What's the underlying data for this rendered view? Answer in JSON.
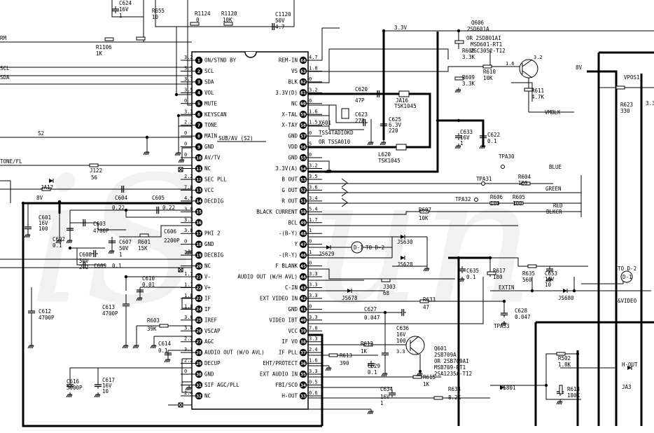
{
  "watermark": "iSoun",
  "ic": {
    "left_pins": [
      {
        "n": "1",
        "label": "ON/STND BY",
        "v": "3.2"
      },
      {
        "n": "2",
        "label": "SCL",
        "v": "3.5"
      },
      {
        "n": "3",
        "label": "SDA",
        "v": "3.7"
      },
      {
        "n": "4",
        "label": "VOL",
        "v": "3.5"
      },
      {
        "n": "5",
        "label": "MUTE",
        "v": "0"
      },
      {
        "n": "6",
        "label": "KEYSCAN",
        "v": "3.3"
      },
      {
        "n": "7",
        "label": "TONE",
        "v": "2.2"
      },
      {
        "n": "8",
        "label": "MAIN",
        "v": "0"
      },
      {
        "n": "9",
        "label": "GND",
        "v": "0"
      },
      {
        "n": "10",
        "label": "AV/TV",
        "v": "0"
      },
      {
        "n": "11",
        "label": "NC",
        "v": ""
      },
      {
        "n": "12",
        "label": "SEC PLL",
        "v": "2.2"
      },
      {
        "n": "13",
        "label": "VCC",
        "v": "7.8"
      },
      {
        "n": "14",
        "label": "DECDIG",
        "v": "4.9"
      },
      {
        "n": "15",
        "label": "",
        "v": "3.9"
      },
      {
        "n": "16",
        "label": "",
        "v": "3.3"
      },
      {
        "n": "17",
        "label": "PHI 2",
        "v": "3.8"
      },
      {
        "n": "18",
        "label": "GND",
        "v": "0"
      },
      {
        "n": "19",
        "label": "DECBIG",
        "v": "3.3"
      },
      {
        "n": "20",
        "label": "NC",
        "v": ""
      },
      {
        "n": "21",
        "label": "V-",
        "v": "1.7"
      },
      {
        "n": "22",
        "label": "V+",
        "v": "1.7"
      },
      {
        "n": "23",
        "label": "IF",
        "v": "1.8"
      },
      {
        "n": "24",
        "label": "IF",
        "v": "1.8"
      },
      {
        "n": "25",
        "label": "IREF",
        "v": "3.8"
      },
      {
        "n": "26",
        "label": "VSCAP",
        "v": "3.8"
      },
      {
        "n": "27",
        "label": "AGC",
        "v": "2.2"
      },
      {
        "n": "28",
        "label": "AUDIO OUT (W/O AVL)",
        "v": "3.1"
      },
      {
        "n": "29",
        "label": "DECUP",
        "v": "2.2"
      },
      {
        "n": "30",
        "label": "GND",
        "v": "0"
      },
      {
        "n": "31",
        "label": "SIF AGC/PLL",
        "v": ""
      },
      {
        "n": "32",
        "label": "NC",
        "v": "2.4"
      }
    ],
    "right_pins": [
      {
        "n": "64",
        "label": "REM-IN",
        "v": "4.7"
      },
      {
        "n": "63",
        "label": "VS",
        "v": "1.8"
      },
      {
        "n": "62",
        "label": "BLK",
        "v": "0"
      },
      {
        "n": "61",
        "label": "3.3V(D)",
        "v": "3.2"
      },
      {
        "n": "60",
        "label": "NC",
        "v": "0"
      },
      {
        "n": "59",
        "label": "X-TAL",
        "v": "1.6"
      },
      {
        "n": "58",
        "label": "X-TAY",
        "v": "1.5"
      },
      {
        "n": "57",
        "label": "GND",
        "v": "0"
      },
      {
        "n": "56",
        "label": "VDD",
        "v": "5"
      },
      {
        "n": "55",
        "label": "GND",
        "v": "0"
      },
      {
        "n": "54",
        "label": "3.3V(A)",
        "v": "3.2"
      },
      {
        "n": "53",
        "label": "B OUT",
        "v": "3.5"
      },
      {
        "n": "52",
        "label": "G OUT",
        "v": "3.6"
      },
      {
        "n": "51",
        "label": "R OUT",
        "v": "3.4"
      },
      {
        "n": "50",
        "label": "BLACK CURRENT",
        "v": "5.4"
      },
      {
        "n": "49",
        "label": "BCL",
        "v": "1.7"
      },
      {
        "n": "48",
        "label": "-(B-Y)",
        "v": "1"
      },
      {
        "n": "47",
        "label": "Y",
        "v": "0"
      },
      {
        "n": "46",
        "label": "-(R-Y)",
        "v": "1"
      },
      {
        "n": "45",
        "label": "F BLANK",
        "v": "0"
      },
      {
        "n": "44",
        "label": "AUDIO OUT (W/H AVL)",
        "v": "3.3"
      },
      {
        "n": "43",
        "label": "C-IN",
        "v": "3.3"
      },
      {
        "n": "42",
        "label": "EXT VIDEO IN",
        "v": "3.3"
      },
      {
        "n": "41",
        "label": "GND",
        "v": "0"
      },
      {
        "n": "40",
        "label": "VIDEO IBT",
        "v": "3.3"
      },
      {
        "n": "39",
        "label": "VCC",
        "v": "7.8"
      },
      {
        "n": "38",
        "label": "IF VO",
        "v": "3.3"
      },
      {
        "n": "37",
        "label": "IF PLL",
        "v": "2.4"
      },
      {
        "n": "36",
        "label": "EHT/PROTECT",
        "v": "1.6"
      },
      {
        "n": "35",
        "label": "EXT AUDIO IN",
        "v": "3.3"
      },
      {
        "n": "34",
        "label": "FBI/SCO",
        "v": "0.5"
      },
      {
        "n": "33",
        "label": "H-OUT",
        "v": "0.6"
      }
    ]
  },
  "labels": {
    "main_sub": "SUB/AV (S2)",
    "top": {
      "c624_n": "C624",
      "c624_v": "16V",
      "c624_c": "1",
      "r655": "R655",
      "r655_v": "10",
      "r1124": "R1124",
      "r1124_v": "0",
      "r1120": "R1120",
      "r1120_v": "10K",
      "c1120": "C1120",
      "c1120_v": "50V",
      "c1120_c": "4.7",
      "rm": "RM",
      "r1106": "R1106",
      "r1106_v": "1K",
      "scl": "SCL",
      "sda": "SDA",
      "s2": "S2",
      "tone_fl": "TONE/FL",
      "j122": "J122",
      "j122_v": "56",
      "ja17": "JA17",
      "v8": "8V"
    },
    "left": {
      "c604": "C604",
      "c604_v": "0.22",
      "c605": "C605",
      "c605_v": "0.22",
      "c601": "C601",
      "c601_v": "16V",
      "c601_c": "100",
      "c602": "C602",
      "c602_v": "0.1",
      "c603": "C603",
      "c603_v": "4700P",
      "c606": "C606",
      "c606_v": "2200P",
      "c607": "C607",
      "c607_v": "50V",
      "c607_c": "1",
      "r601": "R601",
      "r601_v": "15K",
      "c608": "C608",
      "c608_v": "50V",
      "c608_c": "2.2",
      "c609": "C609",
      "c609_v": "0.1",
      "c610": "C610",
      "c610_v": "0.01",
      "c612": "C612",
      "c612_v": "4700P",
      "c613": "C613",
      "c613_v": "4700P",
      "r603": "R603",
      "r603_v": "39K",
      "c614": "C614",
      "c614_v": "0.1",
      "c616": "C616",
      "c616_v": "3900P",
      "c617": "C617",
      "c617_v": "16V",
      "c617_c": "10"
    },
    "right": {
      "v33": "3.3V",
      "q606": "Q606",
      "q606_t": "2SD601A",
      "q606_alt1": "OR 2SD801AI",
      "q606_alt2": "MSD601-RT1",
      "q606_alt3": "2SC3052-T12",
      "r608": "R608",
      "r608_v": "3.3K",
      "r609": "R609",
      "r609_v": "3.3K",
      "r610": "R610",
      "r610_v": "10K",
      "r611": "R611",
      "r611_v": "4.7K",
      "q_v16": "1.6",
      "q_v32": "3.2",
      "c620": "C620",
      "c620_v": "47P",
      "ja16": "JA16",
      "tsk1": "TSK1045",
      "x601": "X601",
      "c623": "C623",
      "c623_v": "27P",
      "c625": "C625",
      "c625_v": "6.3V",
      "c625_c": "220",
      "xtal1": "TSS4TADIOKD",
      "xtal2": "OR TSSA010",
      "c633": "C633",
      "c633_v": "16V",
      "c633_c": "1",
      "c622": "C622",
      "c622_v": "0.1",
      "l620": "L620",
      "tsk2": "TSK1045",
      "vmblk": "VMBLK",
      "v8r": "8V",
      "vpos1": "VPOS1",
      "r623": "R623",
      "r623_v": "330",
      "v33r": "3.3",
      "tpa30": "TPA30",
      "tpa31": "TPA31",
      "tpa32": "TPA32",
      "blue": "BLUE",
      "green": "GREEN",
      "red": "RED",
      "blkcr": "BLKCR",
      "r604": "R604",
      "r604_v": "100",
      "r606": "R606",
      "r606_v": "100",
      "r605": "R605",
      "r605_v": "100",
      "r607": "R607",
      "r607_v": "10K",
      "js629": "JS629",
      "js630": "JS630",
      "js628": "JS628",
      "to_d2a": "TO D-2",
      "to_d2b": "TO D-2",
      "d1a": "D-1",
      "d1b": "D-1",
      "c635": "C635",
      "c635_v": "0.1",
      "r617": "R617",
      "r617_v": "180",
      "r635": "R635",
      "r635_v": "560",
      "c653": "C653",
      "c653_v": "16V",
      "c653_c": "10",
      "js680": "JS680",
      "avideo": "&VIDEO",
      "extin": "EXTIN",
      "js678": "JS678",
      "j303": "J303",
      "j303_v": "68",
      "r633": "R633",
      "r633_v": "47",
      "c627": "C627",
      "c627_v": "0.047",
      "c628": "C628",
      "c628_v": "0.047",
      "tpa33": "TPA33",
      "c636": "C636",
      "c636_v": "16V",
      "c636_c": "100",
      "q601": "Q601",
      "q601_t": "2SB709A",
      "q601_alt1": "OR 2SB709AI",
      "q601_alt2": "MSB709-RT1",
      "q601_alt3": "2SA1235A-T12",
      "q601_v": "3.3",
      "r612": "R612",
      "r612_v": "1K",
      "r613": "R613",
      "r613_v": "390",
      "c629": "C629",
      "c629_v": "0.1",
      "r615": "R615",
      "r615_v": "1K",
      "c634": "C634",
      "c634_v": "16V",
      "c634_c": "1",
      "r634": "R634",
      "r634_v": "8.2K",
      "js801": "JS801",
      "r502": "R502",
      "r502_v": "1.8K",
      "r618": "R618",
      "r618_v": "180K",
      "h_out": "H-OUT",
      "ja3": "JA3"
    }
  }
}
